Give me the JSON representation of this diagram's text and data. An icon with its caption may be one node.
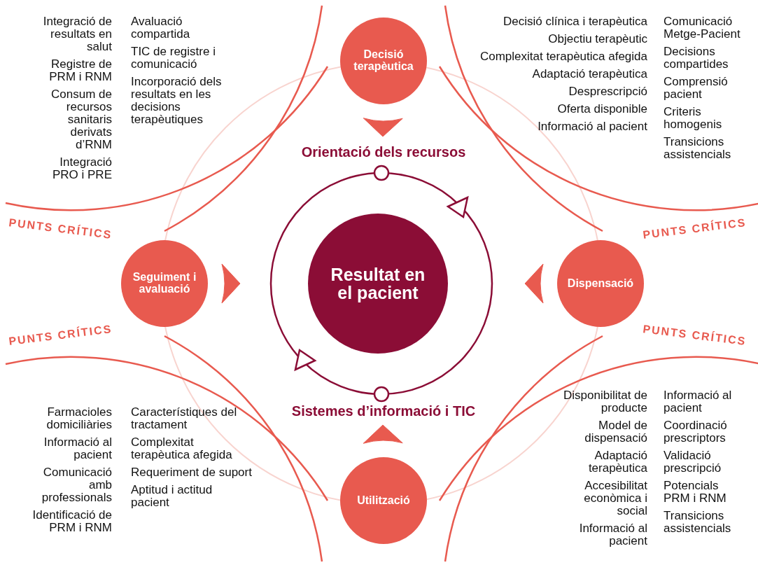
{
  "diagram": {
    "nodes": [
      {
        "text": [
          "Resultat en el pacient"
        ]
      },
      {
        "text": [
          "Decisió terapèutica"
        ]
      },
      {
        "text": [
          "Dispensació"
        ]
      },
      {
        "text": [
          "Utilització"
        ]
      },
      {
        "text": [
          "Seguiment i avaluació"
        ]
      }
    ],
    "edges": [
      {
        "from": 1,
        "to": null,
        "arrow": "to"
      },
      {
        "from": 2,
        "to": null,
        "arrow": "to"
      },
      {
        "from": 3,
        "to": null,
        "arrow": "to"
      },
      {
        "from": 4,
        "to": null,
        "arrow": "to"
      }
    ],
    "labels": [
      "Integració de resultats en salut",
      "Registre de PRM i RNM",
      "Consum de recursos sanitaris derivats d’RNM",
      "Integració PRO i PRE",
      "Avaluació compartida",
      "TIC de registre i comunicació",
      "Incorporació dels resultats en les decisions terapèutiques",
      "Decisió clínica i terapèutica",
      "Objectiu terapèutic",
      "Complexitat terapèutica afegida",
      "Adaptació terapèutica",
      "Desprescripció",
      "Oferta disponible",
      "Informació al pacient",
      "Comunicació Metge-Pacient",
      "Decisions compartides",
      "Comprensió pacient",
      "Criteris homogenis",
      "Transicions assistencials",
      "Orientació dels recursos",
      "PUNTS CRÍTICS",
      "PUNTS CRÍTICS",
      "PUNTS CRÍTICS",
      "PUNTS CRÍTICS",
      "Sistemes d’informació i TIC",
      "Farmacioles domiciliàries",
      "Informació al pacient",
      "Comunicació amb professionals",
      "Identificació de PRM i RNM",
      "Característiques del tractament",
      "Complexitat terapèutica afegida",
      "Requeriment de suport",
      "Aptitud i actitud pacient",
      "Disponibilitat de producte",
      "Model de dispensació",
      "Adaptació terapèutica",
      "Accesibilitat econòmica i social",
      "Informació al pacient",
      "Informació al pacient",
      "Coordinació prescriptors",
      "Validació prescripció",
      "Potencials PRM i RNM",
      "Transicions assistencials"
    ]
  }
}
